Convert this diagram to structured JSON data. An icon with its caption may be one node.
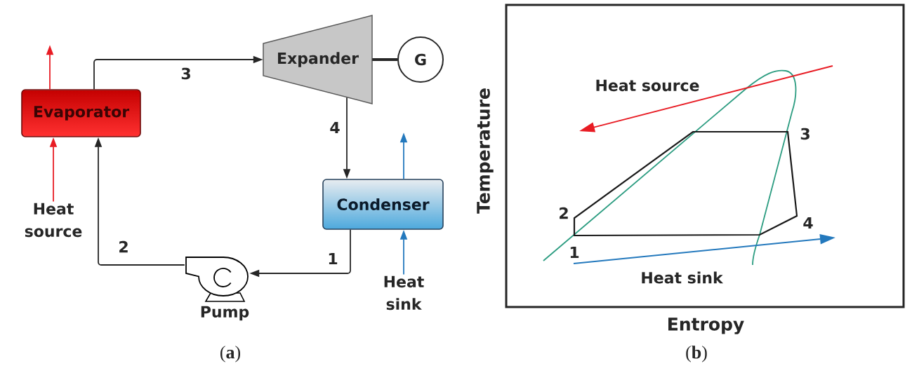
{
  "diagram": {
    "nodes": [
      {
        "text": [
          "Evaporator"
        ]
      },
      {
        "text": [
          "Expander"
        ]
      },
      {
        "text": [
          "G"
        ]
      },
      {
        "text": [
          "Condenser"
        ]
      },
      {
        "text": [
          "Pump"
        ]
      },
      {
        "text": [
          "Heat source"
        ]
      },
      {
        "text": [
          "Heat sink"
        ]
      }
    ],
    "edges": [
      {
        "from": 0,
        "to": 1,
        "arrow": "to",
        "label": "3"
      },
      {
        "from": 1,
        "to": 2,
        "arrow": "none",
        "style": "thick"
      },
      {
        "from": 1,
        "to": 3,
        "arrow": "to",
        "label": "4"
      },
      {
        "from": 3,
        "to": 4,
        "arrow": "to",
        "label": "1"
      },
      {
        "from": 4,
        "to": 0,
        "arrow": "to",
        "label": "2"
      },
      {
        "from": 5,
        "to": 0,
        "arrow": "to",
        "color": "#e81c24"
      },
      {
        "from": 0,
        "to": null,
        "arrow": "to",
        "color": "#e81c24"
      },
      {
        "from": 6,
        "to": 3,
        "arrow": "to",
        "color": "#2479bd"
      },
      {
        "from": 3,
        "to": null,
        "arrow": "to",
        "color": "#2479bd"
      }
    ],
    "labels": [
      "Heat source",
      "3",
      "Temperature",
      "2",
      "4",
      "1",
      "Heat sink",
      "Entropy",
      "(**a**)",
      "(**b**)"
    ]
  }
}
